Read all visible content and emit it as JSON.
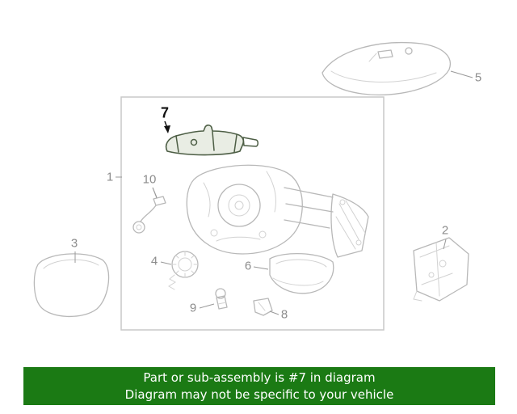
{
  "colors": {
    "page_bg": "#ffffff",
    "banner_bg": "#1b7a14",
    "banner_text": "#ffffff",
    "art_line": "#b8b8b8",
    "art_line_soft": "#d2d2d2",
    "highlight": "#4d5e45",
    "box_border": "#c9c9c9",
    "callout_text": "#8c8c8c",
    "callout_primary_text": "#111111",
    "leader_line": "#9a9a9a"
  },
  "diagram": {
    "highlighted_part": "7",
    "callouts": [
      "1",
      "2",
      "3",
      "4",
      "5",
      "6",
      "7",
      "8",
      "9",
      "10"
    ]
  },
  "banner": {
    "line1": "Part or sub-assembly is #7 in diagram",
    "line2": "Diagram may not be specific to your vehicle"
  }
}
